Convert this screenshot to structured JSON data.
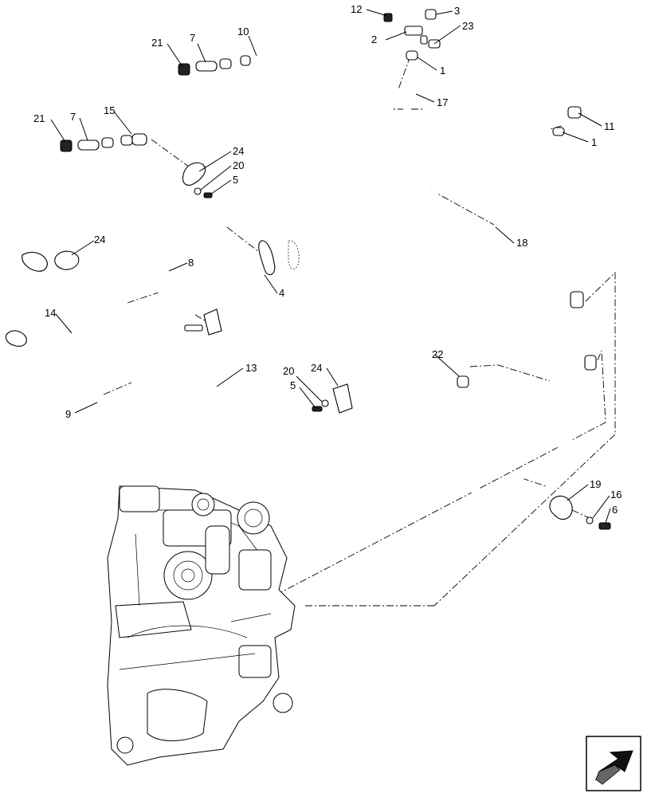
{
  "callouts": [
    {
      "id": "c12a",
      "text": "12"
    },
    {
      "id": "c3",
      "text": "3"
    },
    {
      "id": "c2",
      "text": "2"
    },
    {
      "id": "c23",
      "text": "23"
    },
    {
      "id": "c1a",
      "text": "1"
    },
    {
      "id": "c21a",
      "text": "21"
    },
    {
      "id": "c7a",
      "text": "7"
    },
    {
      "id": "c10",
      "text": "10"
    },
    {
      "id": "c17",
      "text": "17"
    },
    {
      "id": "c21b",
      "text": "21"
    },
    {
      "id": "c7b",
      "text": "7"
    },
    {
      "id": "c15",
      "text": "15"
    },
    {
      "id": "c11",
      "text": "11"
    },
    {
      "id": "c1b",
      "text": "1"
    },
    {
      "id": "c24a",
      "text": "24"
    },
    {
      "id": "c20a",
      "text": "20"
    },
    {
      "id": "c5a",
      "text": "5"
    },
    {
      "id": "c24b",
      "text": "24"
    },
    {
      "id": "c8",
      "text": "8"
    },
    {
      "id": "c4",
      "text": "4"
    },
    {
      "id": "c18",
      "text": "18"
    },
    {
      "id": "c14",
      "text": "14"
    },
    {
      "id": "c13",
      "text": "13"
    },
    {
      "id": "c22",
      "text": "22"
    },
    {
      "id": "c20b",
      "text": "20"
    },
    {
      "id": "c24c",
      "text": "24"
    },
    {
      "id": "c5b",
      "text": "5"
    },
    {
      "id": "c9",
      "text": "9"
    },
    {
      "id": "c19",
      "text": "19"
    },
    {
      "id": "c16",
      "text": "16"
    },
    {
      "id": "c6",
      "text": "6"
    }
  ],
  "icons": {
    "nav": "forward-arrow-icon"
  }
}
